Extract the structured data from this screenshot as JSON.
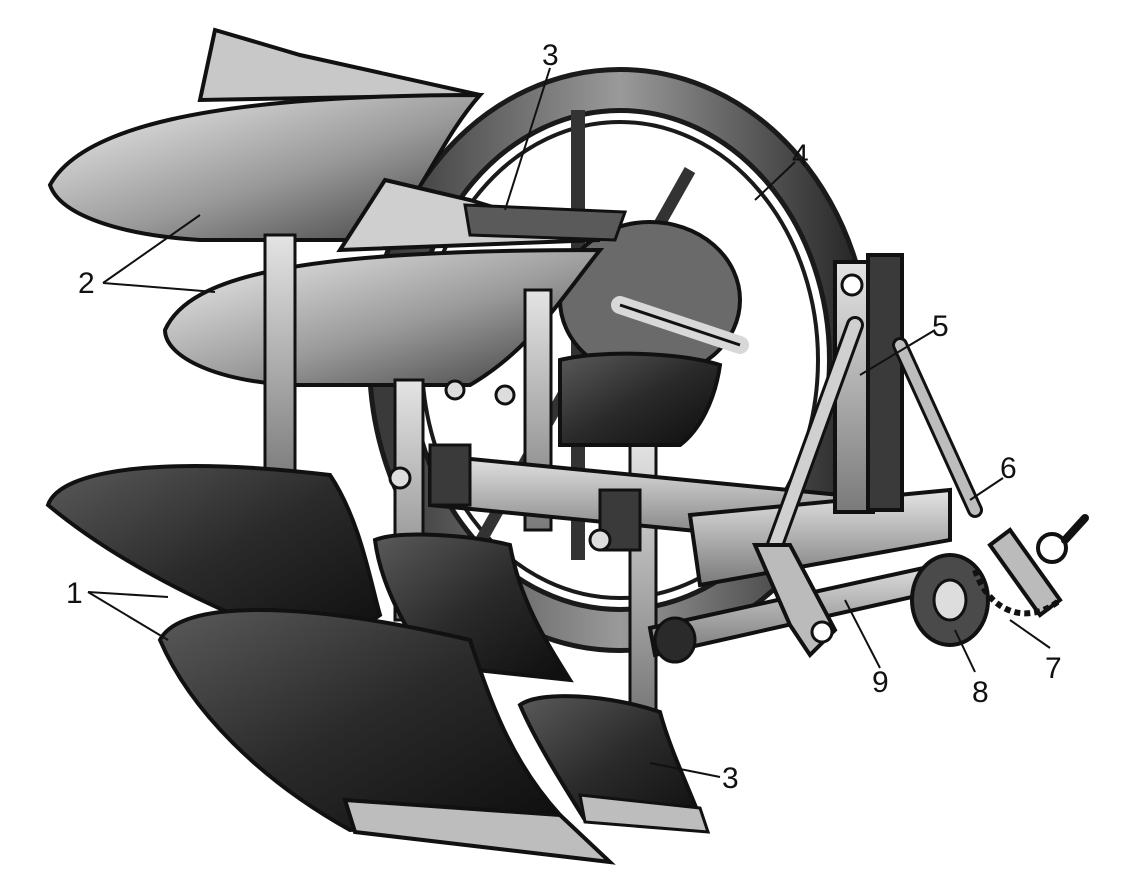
{
  "figure": {
    "kind": "technical-illustration",
    "colors": {
      "background": "#ffffff",
      "ink": "#111111",
      "light_metal": "#d4d4d4",
      "mid_metal": "#8a8a8a",
      "dark_metal": "#2a2a2a"
    }
  },
  "callouts": [
    {
      "id": "c1",
      "text": "1"
    },
    {
      "id": "c2",
      "text": "2"
    },
    {
      "id": "c3-top",
      "text": "3"
    },
    {
      "id": "c3-bottom",
      "text": "3"
    },
    {
      "id": "c4",
      "text": "4"
    },
    {
      "id": "c5",
      "text": "5"
    },
    {
      "id": "c6",
      "text": "6"
    },
    {
      "id": "c7",
      "text": "7"
    },
    {
      "id": "c8",
      "text": "8"
    },
    {
      "id": "c9",
      "text": "9"
    }
  ]
}
